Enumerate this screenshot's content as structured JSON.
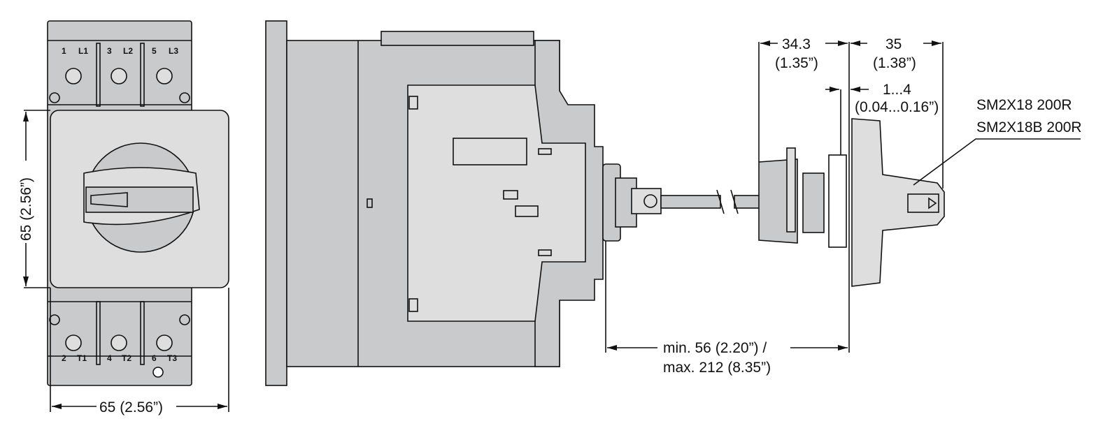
{
  "colors": {
    "body": "#c9cacc",
    "light": "#dededf",
    "line": "#111111"
  },
  "front_view": {
    "top_terminals": [
      "1",
      "L1",
      "3",
      "L2",
      "5",
      "L3"
    ],
    "bottom_terminals": [
      "2",
      "T1",
      "4",
      "T2",
      "6",
      "T3"
    ],
    "height_dim": "65 (2.56”)",
    "width_dim": "65 (2.56”)"
  },
  "side_view": {
    "shaft_dim_line1": "min. 56 (2.20”) /",
    "shaft_dim_line2": "max. 212 (8.35”)",
    "knob_depth_mm": "34.3",
    "knob_depth_in": "(1.35”)",
    "handle_depth_mm": "35",
    "handle_depth_in": "(1.38”)",
    "panel_mm": "1...4",
    "panel_in": "(0.04...0.16”)",
    "part_numbers": [
      "SM2X18 200R",
      "SM2X18B 200R"
    ]
  }
}
